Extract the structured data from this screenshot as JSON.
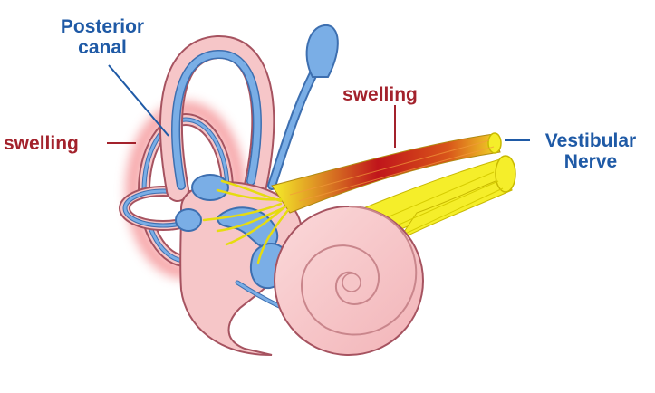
{
  "labels": {
    "posterior_canal": {
      "line1": "Posterior",
      "line2": "canal"
    },
    "swelling_left": "swelling",
    "swelling_top": "swelling",
    "vestibular_nerve": {
      "line1": "Vestibular",
      "line2": "Nerve"
    }
  },
  "colors": {
    "label_blue": "#1f5aa6",
    "label_red": "#a3222c",
    "canal_blue": "#7aaee6",
    "canal_outline": "#3d6fb0",
    "bone_pink": "#f6c6c8",
    "bone_outline": "#a65360",
    "nerve_yellow": "#f5ee2a",
    "nerve_red": "#c0151b",
    "swelling_glow": "#ef5a5f"
  }
}
